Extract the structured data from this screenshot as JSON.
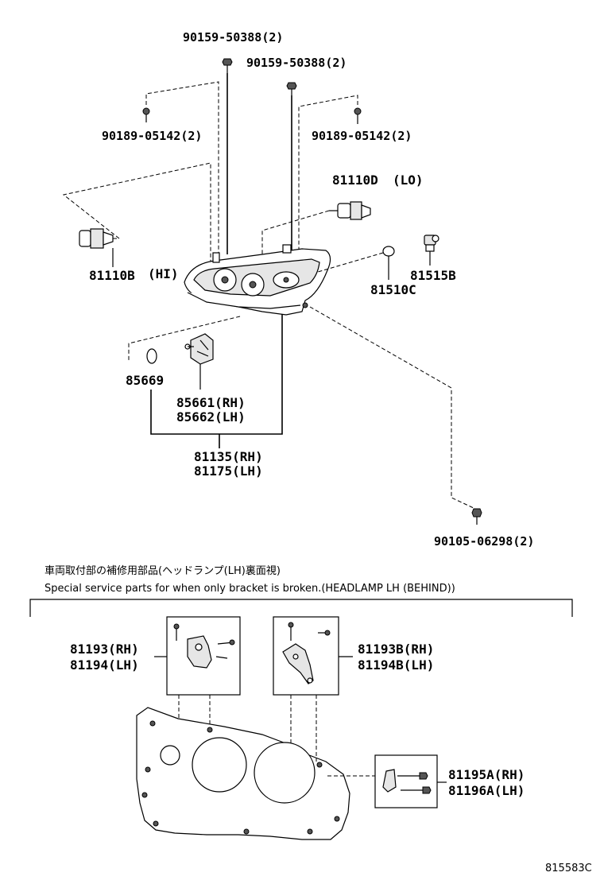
{
  "labels": {
    "bolt_90159_left": "90159-50388(2)",
    "bolt_90159_right": "90159-50388(2)",
    "screw_90189_left": "90189-05142(2)",
    "screw_90189_right": "90189-05142(2)",
    "bulb_lo_part": "81110D",
    "bulb_lo_suffix": "(LO)",
    "bulb_hi_part": "81110B",
    "bulb_hi_suffix": "(HI)",
    "socket_81515B": "81515B",
    "bulb_81510C": "81510C",
    "oring_85669": "85669",
    "motor_rh": "85661(RH)",
    "motor_lh": "85662(LH)",
    "assy_rh": "81135(RH)",
    "assy_lh": "81175(LH)",
    "screw_90105": "90105-06298(2)",
    "bracket_81193_rh": "81193(RH)",
    "bracket_81194_lh": "81194(LH)",
    "bracket_81193B_rh": "81193B(RH)",
    "bracket_81194B_lh": "81194B(LH)",
    "bracket_81195A_rh": "81195A(RH)",
    "bracket_81196A_lh": "81196A(LH)",
    "diagram_code": "815583C"
  },
  "notes": {
    "jp": "車両取付部の補修用部品(ヘッドランプ(LH)裏面視)",
    "en": "Special service parts for when only bracket is broken.(HEADLAMP LH (BEHIND))"
  }
}
